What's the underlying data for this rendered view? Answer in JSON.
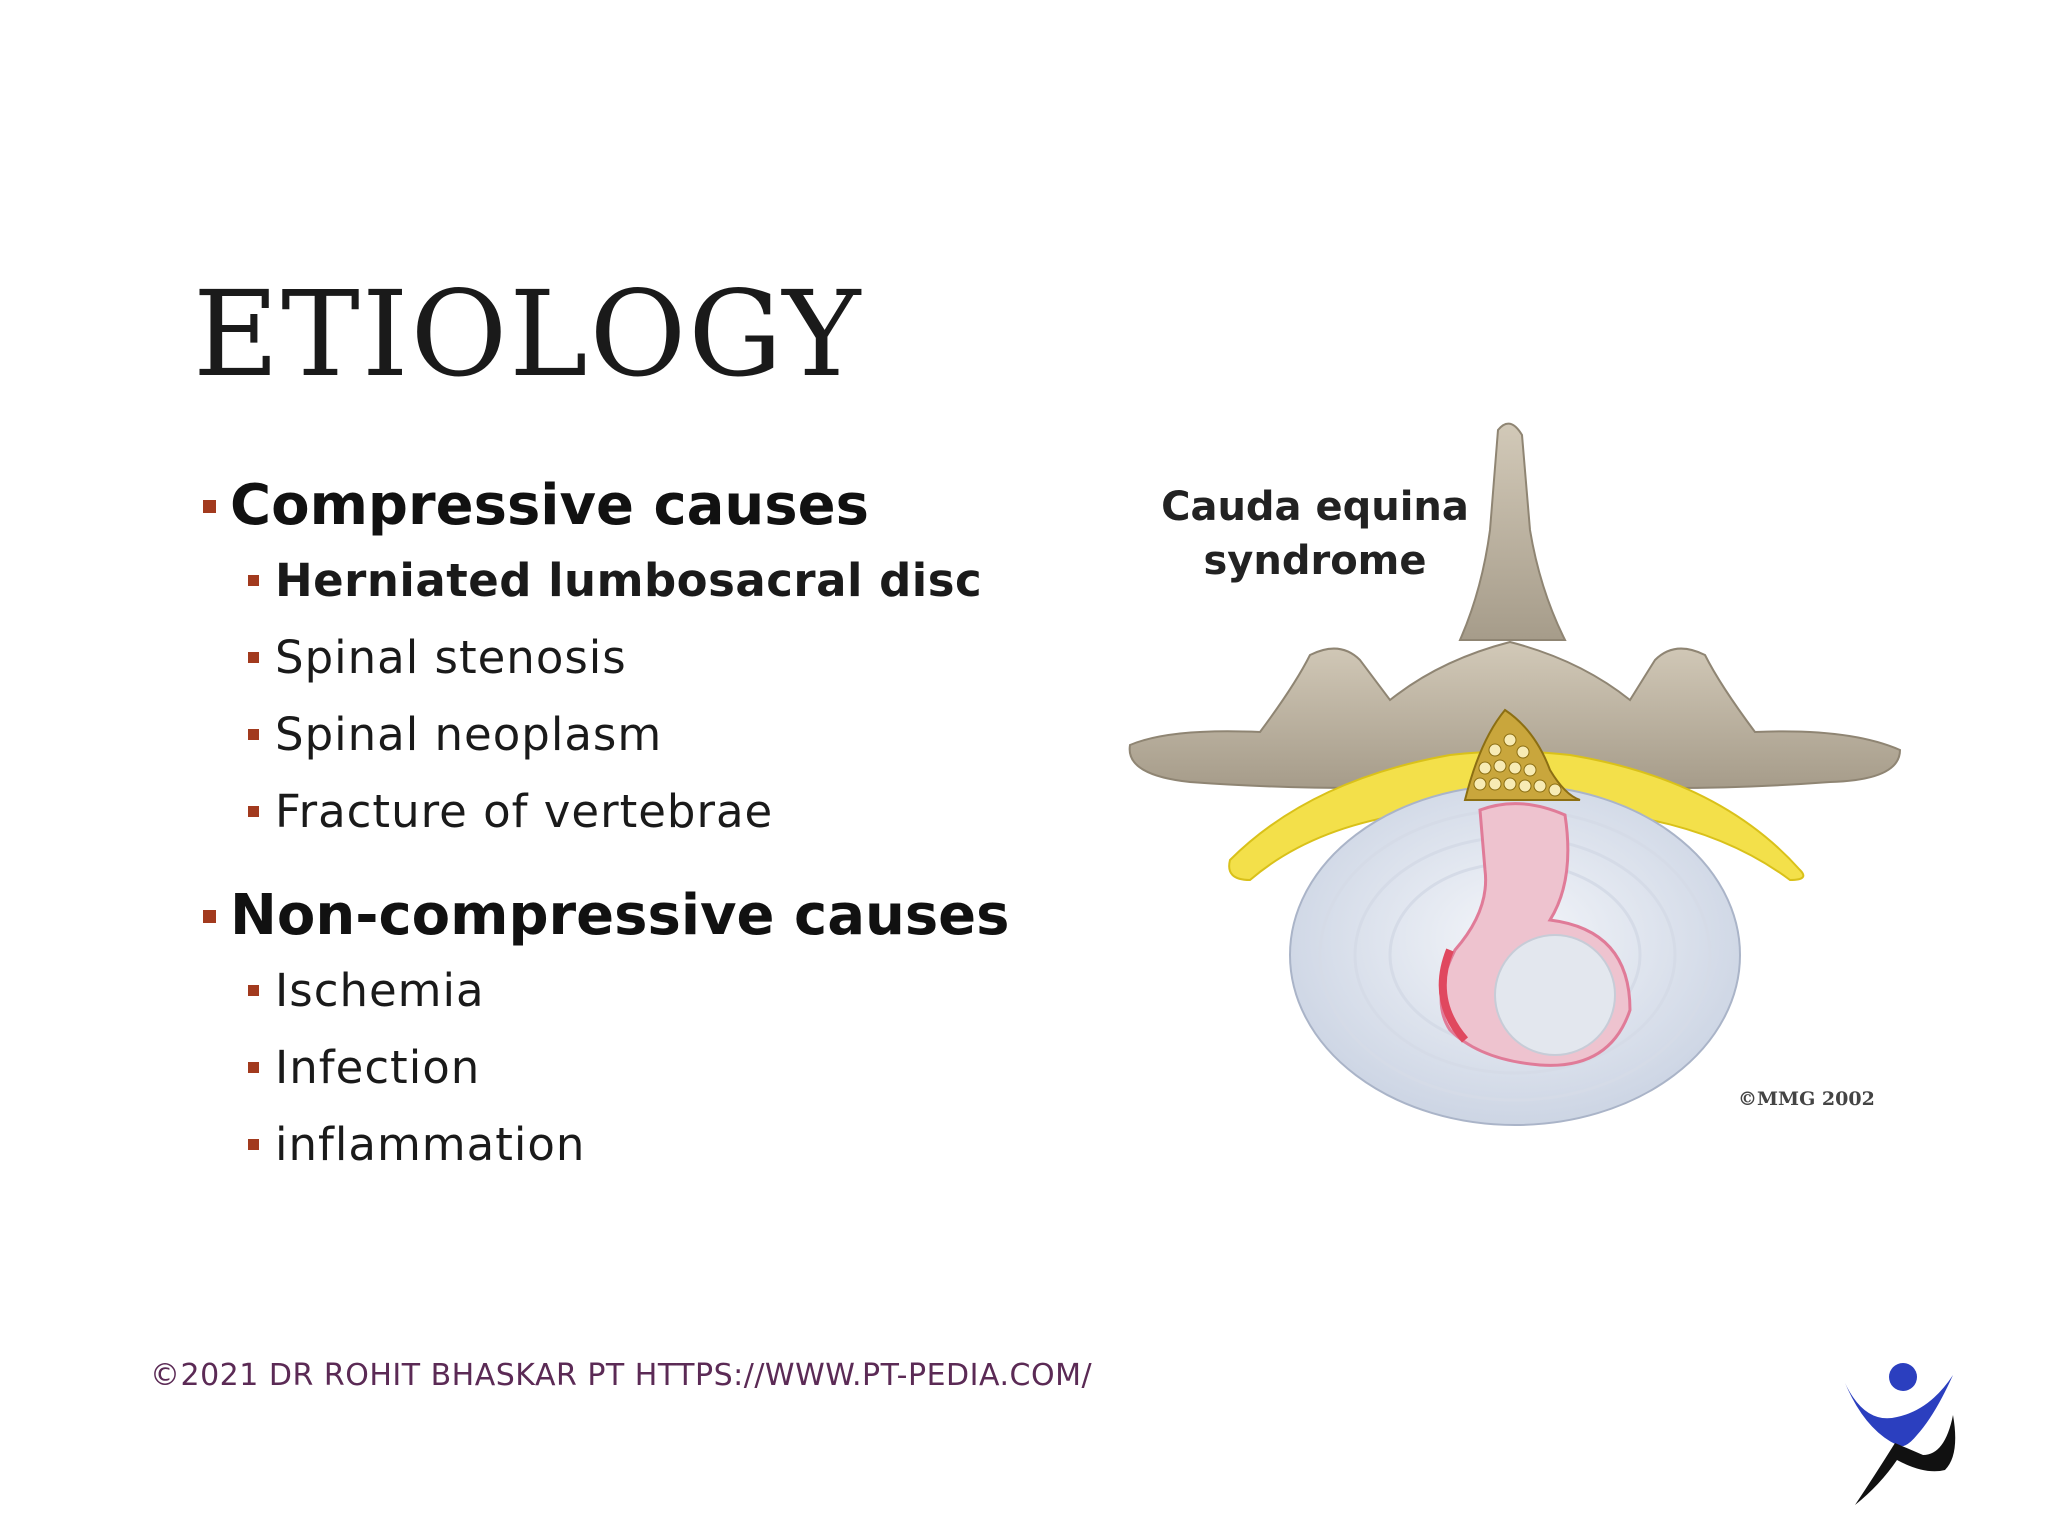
{
  "slide": {
    "title": "ETIOLOGY",
    "sections": [
      {
        "heading": "Compressive causes",
        "items": [
          {
            "text": "Herniated lumbosacral disc",
            "bold": true
          },
          {
            "text": "Spinal stenosis",
            "bold": false
          },
          {
            "text": "Spinal neoplasm",
            "bold": false
          },
          {
            "text": "Fracture of vertebrae",
            "bold": false
          }
        ]
      },
      {
        "heading": "Non-compressive causes",
        "items": [
          {
            "text": "Ischemia",
            "bold": false
          },
          {
            "text": "Infection",
            "bold": false
          },
          {
            "text": "inflammation",
            "bold": false
          }
        ]
      }
    ],
    "footer": "©2021 DR ROHIT BHASKAR PT HTTPS://WWW.PT-PEDIA.COM/"
  },
  "figure": {
    "label_line1": "Cauda equina",
    "label_line2": "syndrome",
    "copyright": "©MMG 2002"
  },
  "colors": {
    "bullet": "#a23a1e",
    "footer_text": "#5b2a55",
    "bone": "#bdb3a2",
    "ligament": "#f3e04a",
    "disc": "#e8ecf3",
    "herniation": "#e98aa6",
    "logo_blue": "#2b3fbf"
  },
  "icons": {
    "bullet": "square-bullet",
    "logo": "running-figure-logo"
  }
}
